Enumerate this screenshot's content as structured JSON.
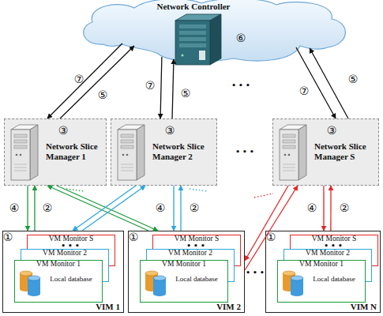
{
  "diagram": {
    "nodes": [
      {
        "text": [
          "Network Controller"
        ]
      },
      {
        "text": [
          "Network Slice Manager 1"
        ]
      },
      {
        "text": [
          "Network Slice Manager 2"
        ]
      },
      {
        "text": [
          "Network Slice Manager S"
        ]
      },
      {
        "text": [
          "VIM 1"
        ]
      },
      {
        "text": [
          "VM Monitor S"
        ],
        "in": 4
      },
      {
        "text": [
          "VM Monitor 2"
        ],
        "in": 4
      },
      {
        "text": [
          "VM Monitor 1",
          "Local database"
        ],
        "in": 4
      },
      {
        "text": [
          "VIM 2"
        ]
      },
      {
        "text": [
          "VM Monitor S"
        ],
        "in": 8
      },
      {
        "text": [
          "VM Monitor 2"
        ],
        "in": 8
      },
      {
        "text": [
          "VM Monitor 1",
          "Local database"
        ],
        "in": 8
      },
      {
        "text": [
          "VIM N"
        ]
      },
      {
        "text": [
          "VM Monitor S"
        ],
        "in": 12
      },
      {
        "text": [
          "VM Monitor 2"
        ],
        "in": 12
      },
      {
        "text": [
          "VM Monitor 1",
          "Local database"
        ],
        "in": 12
      }
    ],
    "edges": [
      {
        "from": 0,
        "to": 1,
        "arrow": "to",
        "label": "⑦"
      },
      {
        "from": 1,
        "to": 0,
        "arrow": "to",
        "label": "⑤"
      },
      {
        "from": 0,
        "to": 2,
        "arrow": "to",
        "label": "⑦"
      },
      {
        "from": 2,
        "to": 0,
        "arrow": "to",
        "label": "⑤"
      },
      {
        "from": 0,
        "to": 3,
        "arrow": "to",
        "label": "⑦"
      },
      {
        "from": 3,
        "to": 0,
        "arrow": "to",
        "label": "⑤"
      },
      {
        "from": 1,
        "to": 4,
        "arrow": "to",
        "label": "④"
      },
      {
        "from": 4,
        "to": 1,
        "arrow": "to",
        "label": "②"
      },
      {
        "from": 1,
        "to": 8,
        "arrow": "to"
      },
      {
        "from": 8,
        "to": 1,
        "arrow": "to"
      },
      {
        "from": 2,
        "to": 8,
        "arrow": "to",
        "label": "④"
      },
      {
        "from": 8,
        "to": 2,
        "arrow": "to",
        "label": "②"
      },
      {
        "from": 2,
        "to": 4,
        "arrow": "to"
      },
      {
        "from": 4,
        "to": 2,
        "arrow": "to"
      },
      {
        "from": 3,
        "to": 12,
        "arrow": "to",
        "label": "④"
      },
      {
        "from": 12,
        "to": 3,
        "arrow": "to",
        "label": "②"
      },
      {
        "from": 3,
        "to": 8,
        "arrow": "to"
      },
      {
        "from": 8,
        "to": 3,
        "arrow": "to"
      }
    ],
    "labels": [
      "⑥",
      "• • •",
      "③",
      "③",
      "• • •",
      "③",
      "①",
      "• • •",
      "①",
      "• • •",
      "• • •",
      "①",
      "• • •"
    ]
  }
}
